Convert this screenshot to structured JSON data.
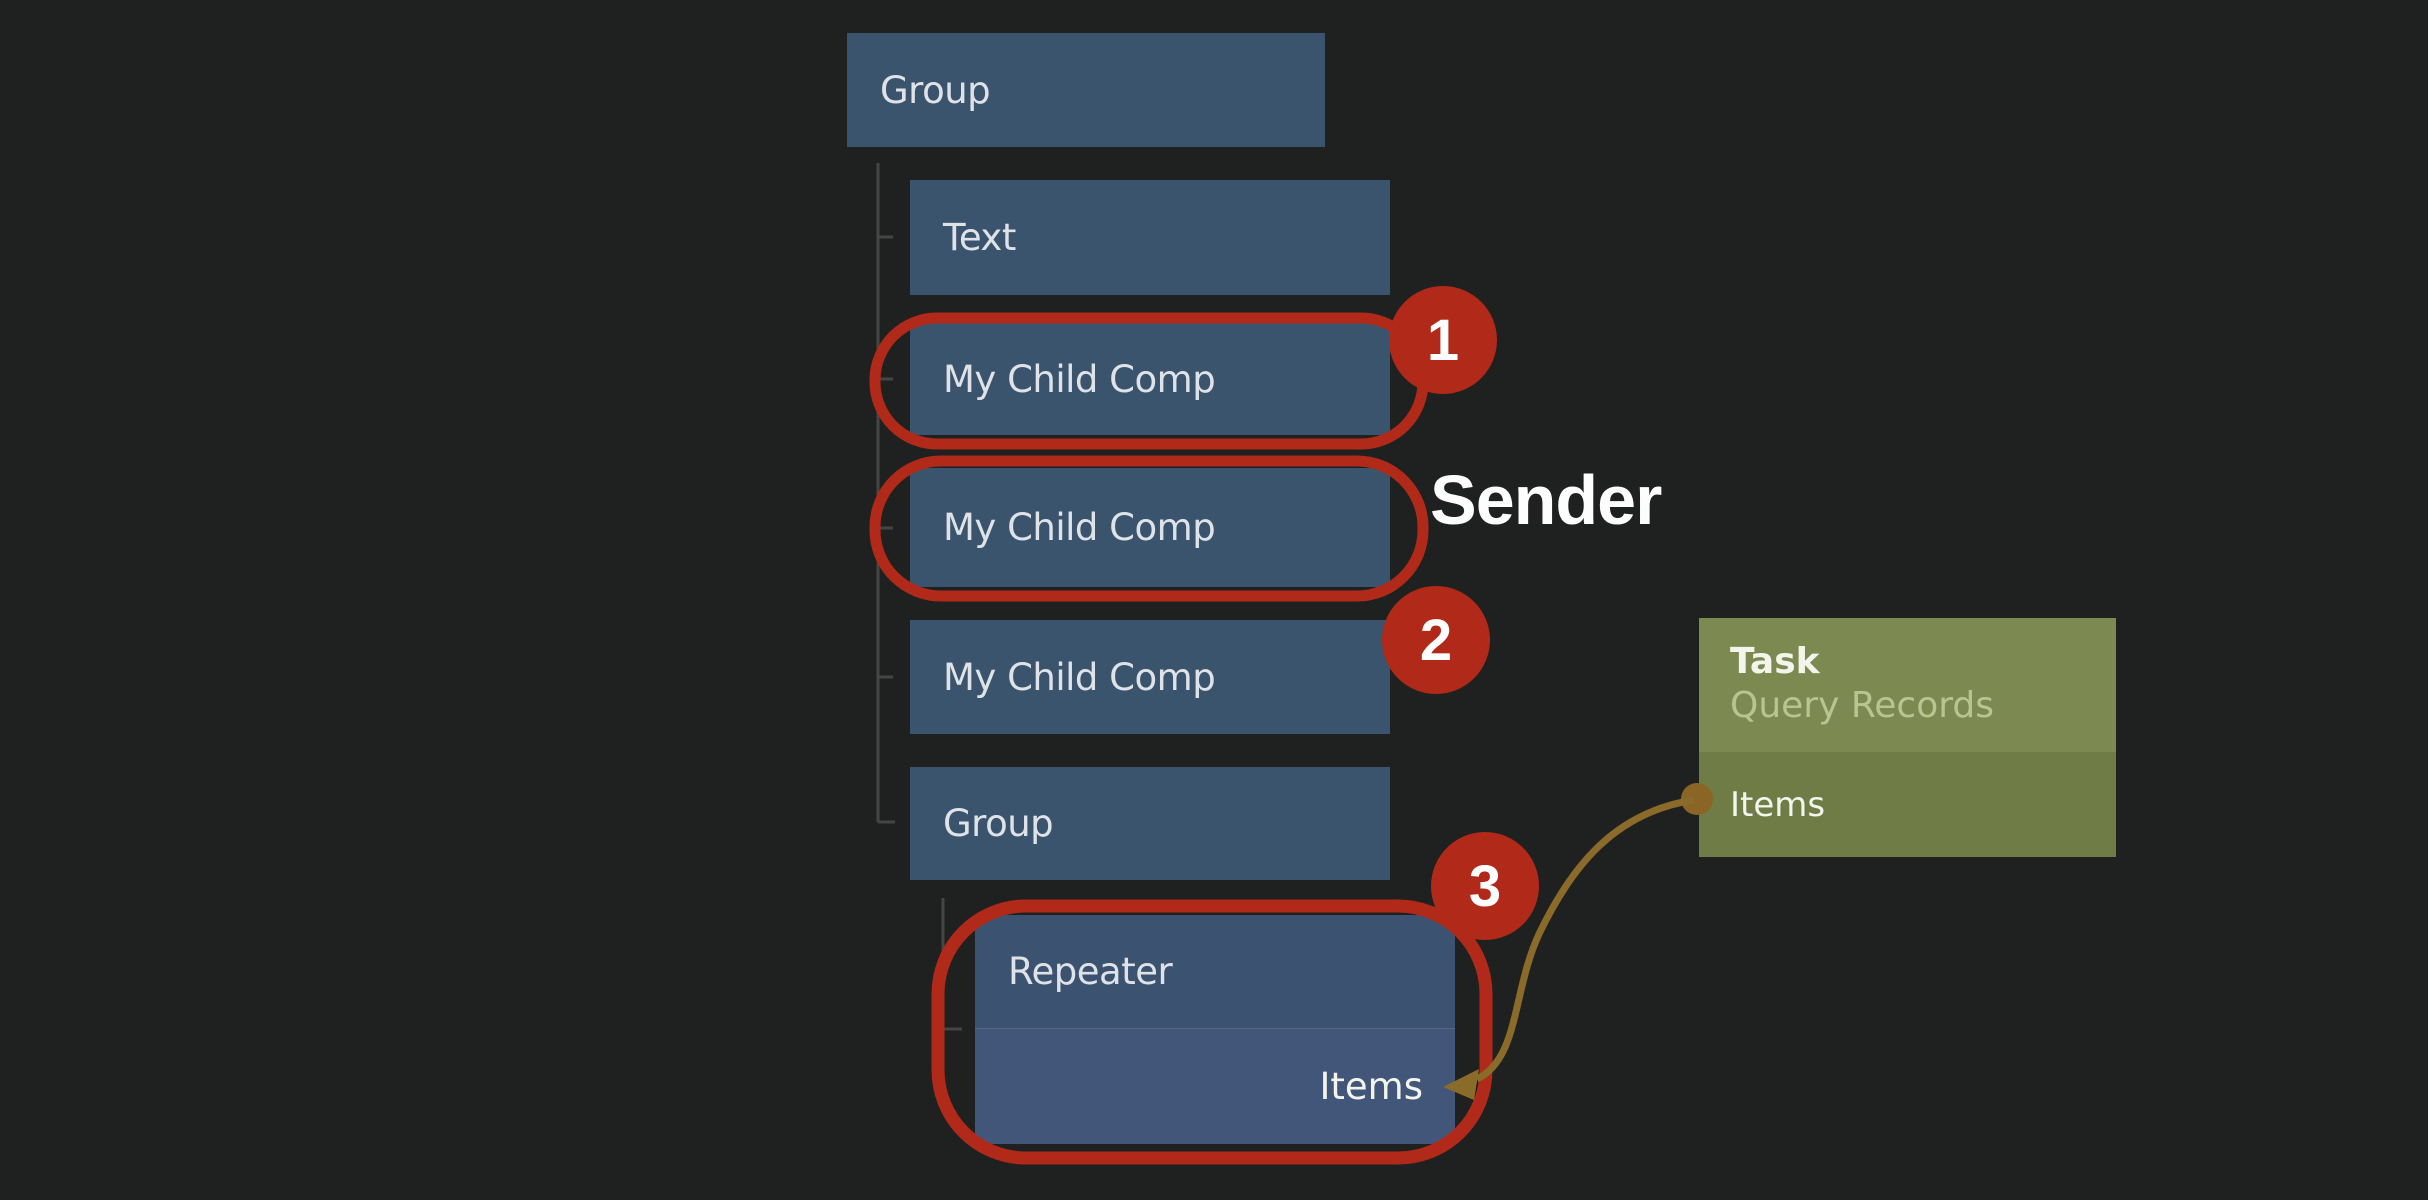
{
  "diagram": {
    "description": "Component tree with annotated child components bound to a task result"
  },
  "nodes": {
    "group1": {
      "label": "Group"
    },
    "text": {
      "label": "Text"
    },
    "mcc1": {
      "label": "My Child Comp"
    },
    "mcc2": {
      "label": "My Child Comp"
    },
    "mcc3": {
      "label": "My Child Comp"
    },
    "group2": {
      "label": "Group"
    },
    "repeater": {
      "label": "Repeater",
      "port": "Items"
    }
  },
  "task": {
    "title": "Task",
    "subtitle": "Query Records",
    "port": "Items"
  },
  "annotations": {
    "sender_label": "Sender",
    "badges": {
      "b1": "1",
      "b2": "2",
      "b3": "3"
    }
  },
  "colors": {
    "bg": "#1f2020",
    "node-blue": "#3a546e",
    "repeater-header": "#3b5270",
    "repeater-body": "#42567a",
    "red": "#b12a19",
    "olive-header": "#7c8950",
    "olive-body": "#6f7c45",
    "gold": "#8b6b29",
    "gold-dot": "#8a6526",
    "tree-line": "#454545",
    "label-text": "#dfe3e8",
    "subtitle-green": "#b9c491",
    "white-text": "#f3f5ec"
  }
}
